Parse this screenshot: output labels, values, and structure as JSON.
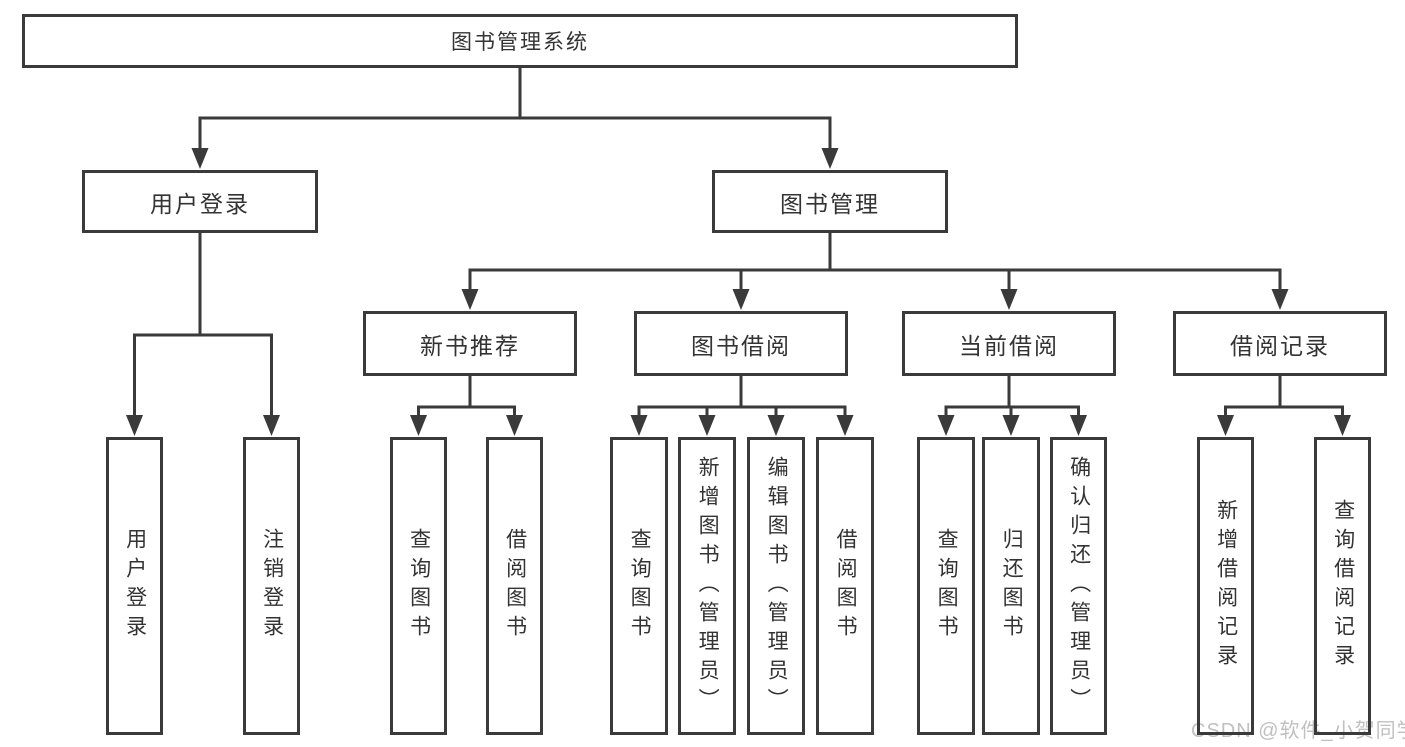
{
  "tree": {
    "root": {
      "label": "图书管理系统"
    },
    "children": [
      {
        "label": "用户登录",
        "children": [
          {
            "label": "用户登录"
          },
          {
            "label": "注销登录"
          }
        ]
      },
      {
        "label": "图书管理",
        "children": [
          {
            "label": "新书推荐",
            "children": [
              {
                "label": "查询图书"
              },
              {
                "label": "借阅图书"
              }
            ]
          },
          {
            "label": "图书借阅",
            "children": [
              {
                "label": "查询图书"
              },
              {
                "label": "新增图书（管理员）"
              },
              {
                "label": "编辑图书（管理员）"
              },
              {
                "label": "借阅图书"
              }
            ]
          },
          {
            "label": "当前借阅",
            "children": [
              {
                "label": "查询图书"
              },
              {
                "label": "归还图书"
              },
              {
                "label": "确认归还（管理员）"
              }
            ]
          },
          {
            "label": "借阅记录",
            "children": [
              {
                "label": "新增借阅记录"
              },
              {
                "label": "查询借阅记录"
              }
            ]
          }
        ]
      }
    ]
  },
  "watermark": {
    "text": "CSDN @软件_小贺同学"
  },
  "colors": {
    "line": "#3a3a3a",
    "text": "#333333",
    "box_background": "#ffffff",
    "page_background": "#ffffff",
    "watermark": "#c0c0c0"
  }
}
